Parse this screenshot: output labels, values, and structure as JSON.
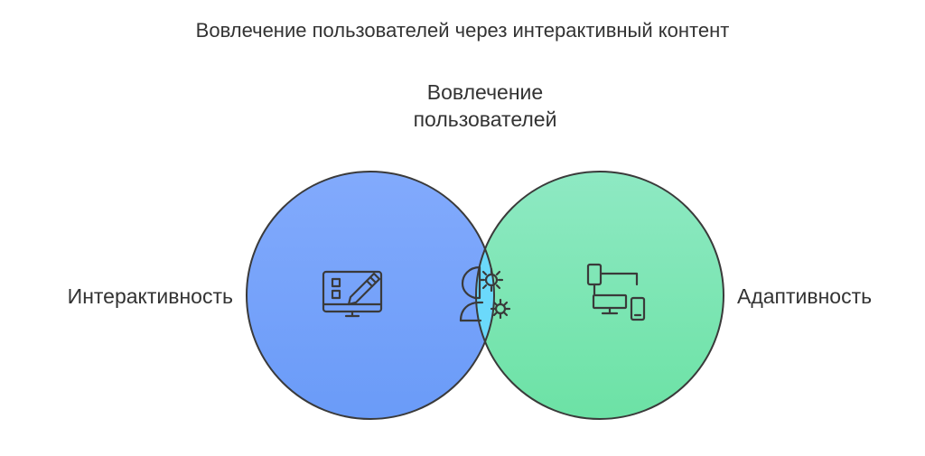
{
  "diagram": {
    "title": "Вовлечение пользователей через интерактивный контент",
    "top_label_line1": "Вовлечение",
    "top_label_line2": "пользователей",
    "left_label": "Интерактивность",
    "right_label": "Адаптивность",
    "colors": {
      "left_fill_top": "#82aafc",
      "left_fill_bottom": "#6a9bf8",
      "right_fill_top": "#8ee9c3",
      "right_fill_bottom": "#6ce2a5",
      "overlap_fill": "#6bd9fb",
      "stroke": "#3a3a3a",
      "icon": "#3a3a3a"
    },
    "icons": {
      "left": "tablet-edit-icon",
      "center": "person-gears-icon",
      "right": "device-sync-icon"
    }
  }
}
